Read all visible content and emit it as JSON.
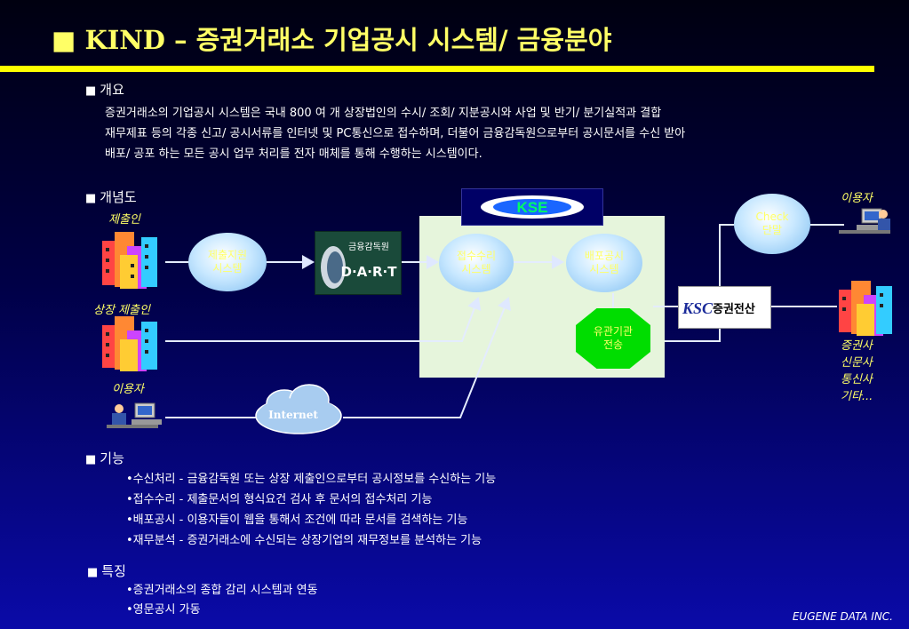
{
  "header": {
    "title": "■ KIND – 증권거래소 기업공시 시스템/ 금융분야"
  },
  "overview": {
    "heading": "개요",
    "lines": [
      "증권거래소의 기업공시 시스템은 국내 800 여 개 상장법인의 수시/ 조회/ 지분공시와 사업 및 반기/ 분기실적과 결합",
      "재무제표 등의 각종 신고/ 공시서류를 인터넷 및 PC통신으로 접수하며, 더불어 금융감독원으로부터 공시문서를 수신 받아",
      "배포/ 공포 하는 모든 공시 업무 처리를 전자 매체를 통해 수행하는 시스템이다."
    ]
  },
  "concept": {
    "heading": "개념도",
    "labels": {
      "submitter": "제출인",
      "listed_submitter": "상장 제출인",
      "user_left": "이용자",
      "user_right": "이용자",
      "recipients": [
        "증권사",
        "신문사",
        "통신사",
        "기타..."
      ]
    },
    "nodes": {
      "submit_support": [
        "제출지원",
        "시스템"
      ],
      "reception": [
        "접수수리",
        "시스템"
      ],
      "distribution": [
        "배포공시",
        "시스템"
      ],
      "check_terminal": [
        "Check",
        "단말"
      ],
      "agency_transfer": [
        "유관기관",
        "전송"
      ],
      "internet": "Internet",
      "dart_logo_kr": "금융감독원",
      "dart_logo_en": "D·A·R·T",
      "kse_logo": "KSE",
      "ksc_logo_mark": "KSC",
      "ksc_logo_text": "증권전산"
    }
  },
  "functions": {
    "heading": "기능",
    "items": [
      "•수신처리 - 금융감독원 또는 상장 제출인으로부터 공시정보를 수신하는 기능",
      "•접수수리 - 제출문서의 형식요건 검사 후 문서의 접수처리 기능",
      "•배포공시 - 이용자들이 웹을 통해서 조건에 따라 문서를 검색하는 기능",
      "•재무분석 - 증권거래소에 수신되는 상장기업의 재무정보를 분석하는 기능"
    ]
  },
  "features": {
    "heading": "특징",
    "items": [
      "•증권거래소의 종합 감리 시스템과 연동",
      "•영문공시 가동"
    ]
  },
  "footer": {
    "company": "EUGENE DATA INC."
  },
  "colors": {
    "accent_yellow": "#ffff66",
    "bar_yellow": "#ffff00",
    "panel_green": "#e6f5dc",
    "octagon_green": "#00dd00"
  }
}
